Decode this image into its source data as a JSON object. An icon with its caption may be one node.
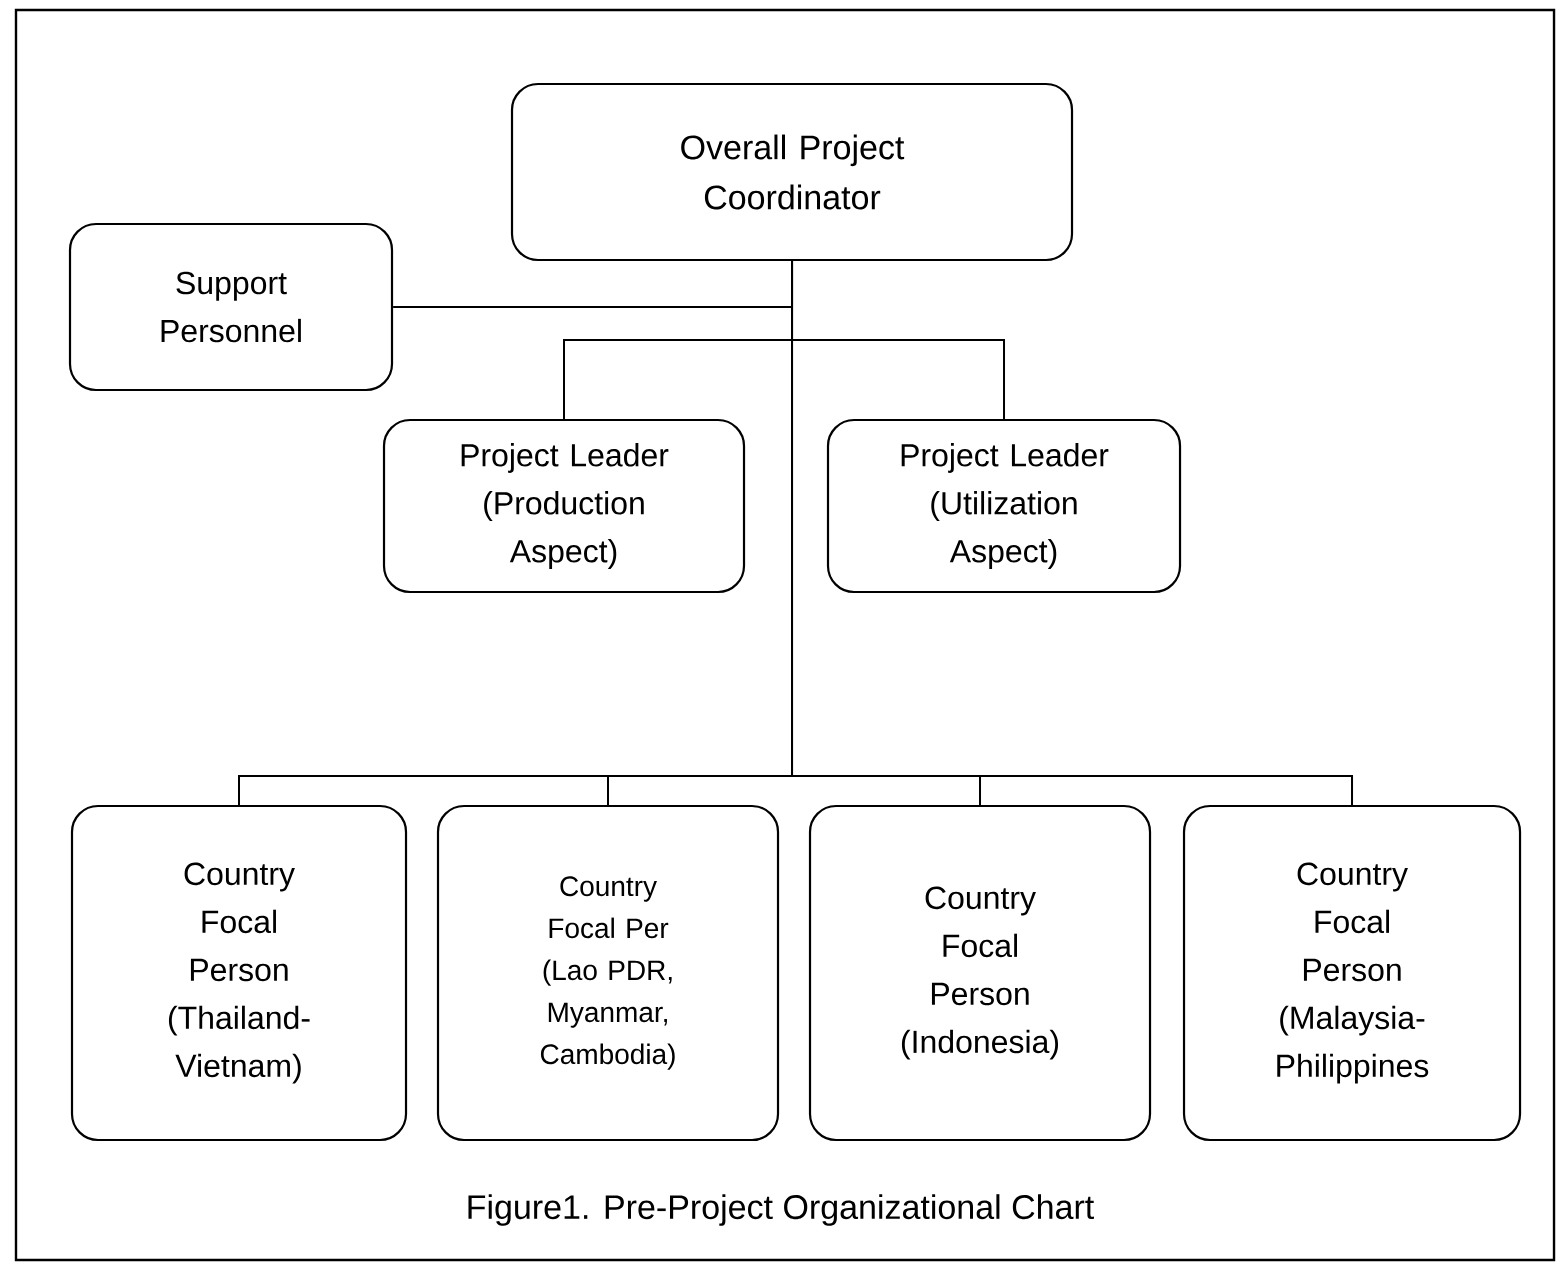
{
  "diagram": {
    "caption": "Figure1. Pre-Project Organizational Chart",
    "nodes": [
      {
        "text": [
          "Overall Project Coordinator"
        ]
      },
      {
        "text": [
          "Support Personnel"
        ]
      },
      {
        "text": [
          "Project Leader (Production Aspect)"
        ]
      },
      {
        "text": [
          "Project Leader (Utilization Aspect)"
        ]
      },
      {
        "text": [
          "Country Focal Person (Thailand-Vietnam)"
        ]
      },
      {
        "text": [
          "Country Focal Per (Lao PDR, Myanmar, Cambodia)"
        ]
      },
      {
        "text": [
          "Country Focal Person (Indonesia)"
        ]
      },
      {
        "text": [
          "Country Focal Person (Malaysia-Philippines"
        ]
      }
    ],
    "edges": [
      {
        "from": 0,
        "to": 1,
        "arrow": "none"
      },
      {
        "from": 0,
        "to": 2,
        "arrow": "none"
      },
      {
        "from": 0,
        "to": 3,
        "arrow": "none"
      },
      {
        "from": 0,
        "to": 4,
        "arrow": "none"
      },
      {
        "from": 0,
        "to": 5,
        "arrow": "none"
      },
      {
        "from": 0,
        "to": 6,
        "arrow": "none"
      },
      {
        "from": 0,
        "to": 7,
        "arrow": "none"
      }
    ]
  }
}
